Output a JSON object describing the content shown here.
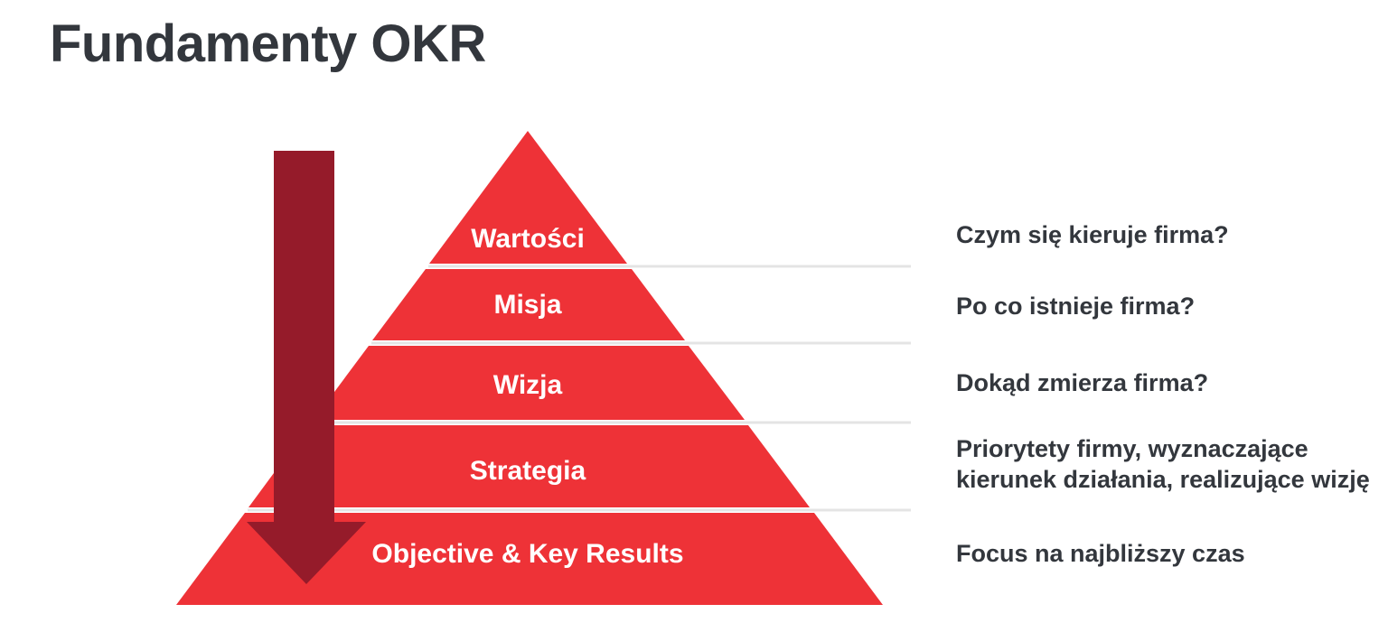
{
  "title": "Fundamenty OKR",
  "colors": {
    "pyramid_red": "#EE3237",
    "arrow_dark_red": "#951B2A",
    "text_dark": "#33373D",
    "separator_gray": "#E4E4E4",
    "label_white": "#FFFFFF"
  },
  "icons": {
    "arrow": "down-arrow-icon"
  },
  "pyramid": {
    "levels": [
      {
        "label": "Wartości",
        "description": "Czym się kieruje firma?"
      },
      {
        "label": "Misja",
        "description": "Po co istnieje firma?"
      },
      {
        "label": "Wizja",
        "description": "Dokąd zmierza firma?"
      },
      {
        "label": "Strategia",
        "description": "Priorytety firmy, wyznaczające\nkierunek działania, realizujące wizję"
      },
      {
        "label": "Objective & Key Results",
        "description": "Focus na najbliższy czas"
      }
    ]
  }
}
